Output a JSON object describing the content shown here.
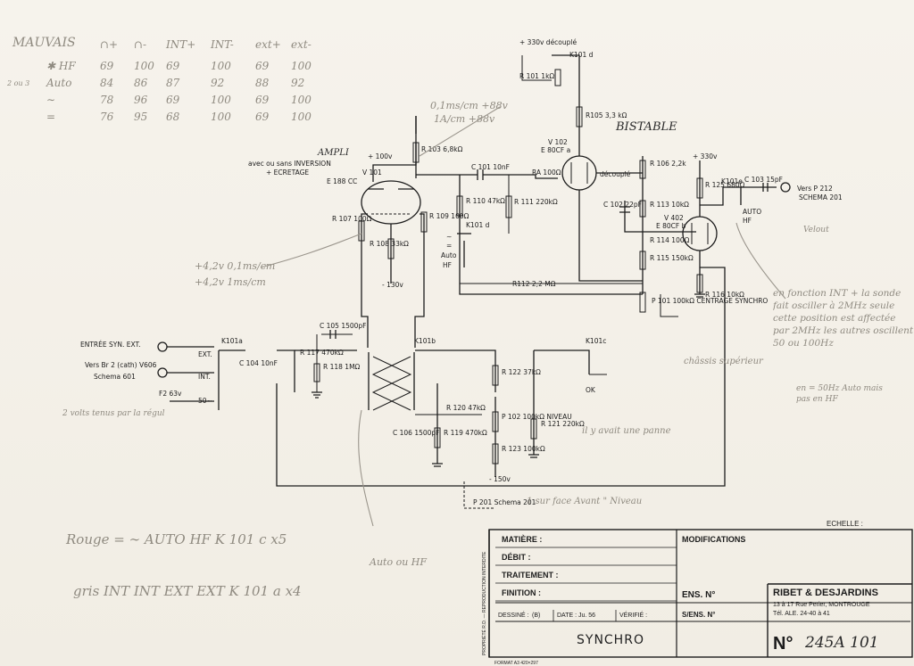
{
  "pencil_table": {
    "title": "MAUVAIS",
    "headers": [
      "∩+",
      "∩-",
      "INT+",
      "INT-",
      "ext+",
      "ext-"
    ],
    "rows": [
      {
        "label": "✱ HF",
        "values": [
          "69",
          "100",
          "69",
          "100",
          "69",
          "100"
        ]
      },
      {
        "label": "Auto",
        "values": [
          "84",
          "86",
          "87",
          "92",
          "88",
          "92"
        ]
      },
      {
        "label": "∼",
        "values": [
          "78",
          "96",
          "69",
          "100",
          "69",
          "100"
        ]
      },
      {
        "label": "=",
        "values": [
          "76",
          "95",
          "68",
          "100",
          "69",
          "100"
        ]
      }
    ],
    "side_note": "2 ou 3"
  },
  "notes": {
    "ampli_title": "AMPLI",
    "ampli_sub1": "avec ou sans INVERSION",
    "ampli_sub2": "+ ECRETAGE",
    "bistable": "BISTABLE",
    "gains_1": "+4,2v  0,1ms/cm",
    "gains_2": "+4,2v  1ms/cm",
    "top_right_1": "0,1ms/cm +88v",
    "top_right_2": "1A/cm +88v",
    "right_note": "en fonction INT + la sonde fait osciller à 2MHz seule cette position est affectée par 2MHz les autres oscillent 50 ou 100Hz",
    "right_note_2": "en = 50Hz Auto mais pas en HF",
    "chassis": "châssis supérieur",
    "il_y_avait": "il y avait une panne",
    "niveau_note": "1 sur face Avant \" Niveau",
    "two_volts": "2 volts tenus par la régul",
    "bottom_row1": "Rouge  =  ∼  AUTO  HF  K 101 c x5",
    "bottom_row2": "gris  INT  INT  EXT  EXT  K 101 a x4",
    "auto_ou_hf": "Auto ou HF",
    "velout": "Velout"
  },
  "labels": {
    "v101": "V 101",
    "v101_type": "E 188 CC",
    "v102a": "V 102",
    "v102a_type": "E 80CF a",
    "v102b": "V 402",
    "v102b_type": "E 80CF b",
    "r103": "R 103 6,8kΩ",
    "r105": "R105 3,3 kΩ",
    "r106": "R 106 2,2k",
    "r110": "R 110 47kΩ",
    "r111": "R 111 220kΩ",
    "r107": "R 107 100Ω",
    "r108": "R 108 33kΩ",
    "r109": "R 109 100Ω",
    "r112": "R112 2,2 MΩ",
    "r113": "R 113 10kΩ",
    "r114": "R 114 100Ω",
    "r115": "R 115 150kΩ",
    "r116": "R 116 10kΩ",
    "r117": "R 117 470kΩ",
    "r118": "R 118 1MΩ",
    "r119": "R 119 470kΩ",
    "r120": "R 120 47kΩ",
    "r121": "R 121 220kΩ",
    "r122": "R 122 37kΩ",
    "r123": "R 123 100kΩ",
    "r101": "R 101 1kΩ",
    "r125": "R 125 680Ω",
    "c101": "C 101 10nF",
    "c102": "C 102 22pF",
    "c103": "C 103 15pF",
    "c104": "C 104 10nF",
    "c105": "C 105 1500pF",
    "c106": "C 106 1500pF",
    "ra": "RA 100Ω",
    "p101": "P 101 100kΩ CENTRAGE SYNCHRO",
    "p102": "P 102 100kΩ NIVEAU",
    "p201": "P 201 Schema 201",
    "k101a": "K101a",
    "k101b": "K101b",
    "k101c": "K101c",
    "k101d": "K101 d",
    "k101e": "K101e",
    "k101f": "K101 d",
    "v_plus100": "+ 100v",
    "v_plus330": "+ 330v",
    "v_minus150": "- 150v",
    "v_minus130": "- 130v",
    "v_plus330_top": "+ 330v découplé",
    "decouple": "découplé",
    "entree_syn": "ENTRÉE SYN. EXT.",
    "vers_br": "Vers Br 2 (cath) V606",
    "schema601": "Schema 601",
    "fz": "F2 63v",
    "ext": "EXT.",
    "int": "INT.",
    "fifty": "50∼",
    "vers_p212": "Vers P 212",
    "schema201": "SCHEMA 201",
    "auto": "AUTO",
    "hf": "HF",
    "ok": "OK",
    "auto2": "Auto",
    "hf2": "HF",
    "tilde": "∼",
    "eq": "="
  },
  "title_block": {
    "echelle": "ECHELLE :",
    "matiere": "MATIÈRE :",
    "debit": "DÉBIT :",
    "traitement": "TRAITEMENT :",
    "finition": "FINITION :",
    "modifications": "MODIFICATIONS",
    "ens_no": "ENS. N°",
    "sens_no": "S/ENS. N°",
    "dessine": "DESSINÉ :",
    "dessine_val": "(B)",
    "date": "DATE :",
    "date_val": "Ju. 56",
    "verifie": "VÉRIFIÉ :",
    "title": "SYNCHRO",
    "company": "RIBET & DESJARDINS",
    "address": "13 à 17 Rue Perier, MONTROUGE",
    "tel": "Tél. ALE. 24-40 à 41",
    "number_prefix": "N°",
    "number": "245A 101",
    "vertical": "PROPRIÉTÉ R.D. — REPRODUCTION INTERDITE",
    "format": "FORMAT A3 420×297"
  }
}
